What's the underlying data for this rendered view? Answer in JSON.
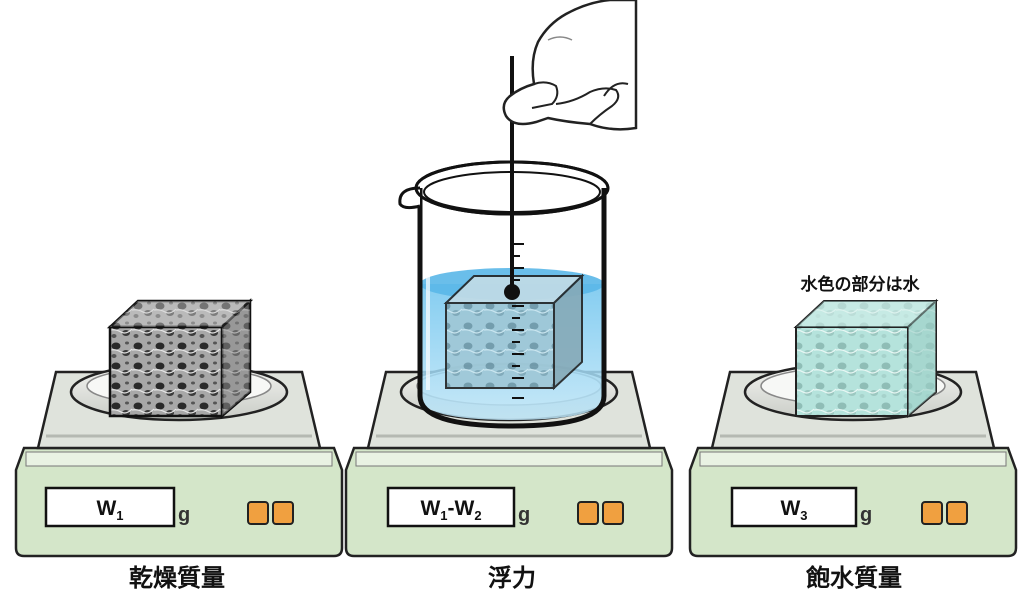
{
  "captions": {
    "left": "乾燥質量",
    "center": "浮力",
    "right": "飽水質量"
  },
  "note": "水色の部分は水",
  "displays": {
    "left": {
      "main": "W",
      "sub": "1"
    },
    "center": {
      "main": "W",
      "sub": "1",
      "sep": "-W",
      "sub2": "2"
    },
    "right": {
      "main": "W",
      "sub": "3"
    }
  },
  "unit": "g",
  "colors": {
    "balance_body": "#dfe3dc",
    "balance_base": "#d4e6c9",
    "button": "#f0a040",
    "water": "#8fd0f0",
    "wet_sample": "#b5e3dc",
    "dry_sample": "#9c9c9c"
  }
}
